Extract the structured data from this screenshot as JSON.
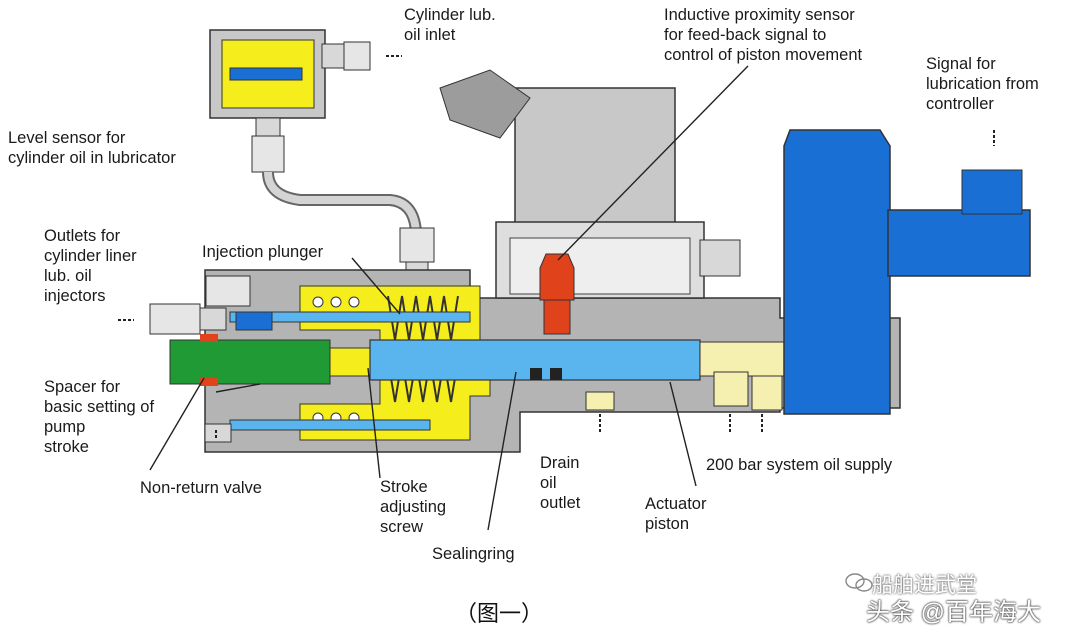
{
  "labels": {
    "cylinder_lub_inlet": "Cylinder lub.\noil inlet",
    "inductive_sensor": "Inductive proximity sensor\n for feed-back signal to\ncontrol of piston movement",
    "signal_lubrication": "Signal for\nlubrication from\ncontroller",
    "level_sensor": "Level sensor for\ncylinder oil in lubricator",
    "outlets": "Outlets for\ncylinder liner\nlub. oil\ninjectors",
    "injection_plunger": "Injection plunger",
    "spacer": "Spacer for\nbasic setting of\npump\nstroke",
    "non_return_valve": "Non-return valve",
    "stroke_adjusting_screw": "Stroke\nadjusting\nscrew",
    "drain_oil_outlet": "Drain\noil\noutlet",
    "system_oil_supply": "200 bar system oil supply",
    "actuator_piston": "Actuator\npiston",
    "sealingring": "Sealingring"
  },
  "caption": "（图一）",
  "watermark": {
    "account": "船舶进武堂",
    "platform": "头条 @百年海大"
  },
  "colors": {
    "blue": "#1a6fd4",
    "light_blue": "#5ab4ee",
    "yellow": "#f6ee1c",
    "green": "#1f9a35",
    "red": "#e0421c",
    "grey": "#b4b4b4",
    "light_yellow": "#f5efb0"
  }
}
